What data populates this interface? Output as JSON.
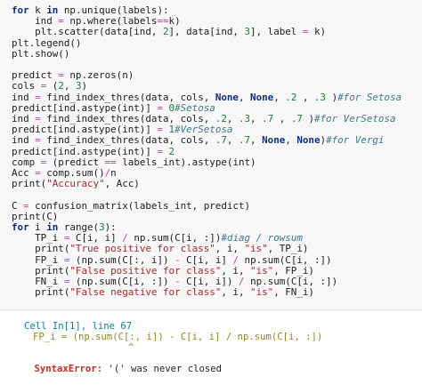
{
  "code": {
    "lines": [
      "for k in np.unique(labels):",
      "    ind = np.where(labels==k)",
      "    plt.scatter(data[ind, 2], data[ind, 3], label = k)",
      "plt.legend()",
      "plt.show()",
      "",
      "predict = np.zeros(n)",
      "cols = (2, 3)",
      "ind = find_index_thres(data, cols, None, None, .2 , .3 )#for Setosa",
      "predict[ind.astype(int)] = 0#Setosa",
      "ind = find_index_thres(data, cols, .2, .3, .7 , .7 )#for VerSetosa",
      "predict[ind.astype(int)] = 1#VerSetosa",
      "ind = find_index_thres(data, cols, .7, .7, None, None)#for Vergi",
      "predict[ind.astype(int)] = 2",
      "comp = (predict == labels_int).astype(int)",
      "Acc = comp.sum()/n",
      "print(\"Accuracy\", Acc)",
      "",
      "C = confusion_matrix(labels_int, predict)",
      "print(C)",
      "for i in range(3):",
      "    TP_i = C[i, i] / np.sum(C[i, :])#diag / rowsum",
      "    print(\"True positive for class\", i, \"is\", TP_i)",
      "    FP_i = (np.sum(C[:, i]) - C[i, i] / np.sum(C[i, :])",
      "    print(\"False positive for class\", i, \"is\", FP_i)",
      "    FN_i = (np.sum(C[i, :]) - C[i, i]) / np.sum(C[i, :])",
      "    print(\"False negative for class\", i, \"is\", FN_i)"
    ]
  },
  "error": {
    "location": "Cell In[1], line 67",
    "code_line": "FP_i = (np.sum(C[:, i]) - C[i, i] / np.sum(C[i, :])",
    "caret": "^",
    "name": "SyntaxError",
    "message": ": '(' was never closed"
  },
  "colors": {
    "keyword": "#0f2b86",
    "number": "#1a7f37",
    "string": "#b0262c",
    "comment": "#3d7a84",
    "error": "#c22b22"
  }
}
